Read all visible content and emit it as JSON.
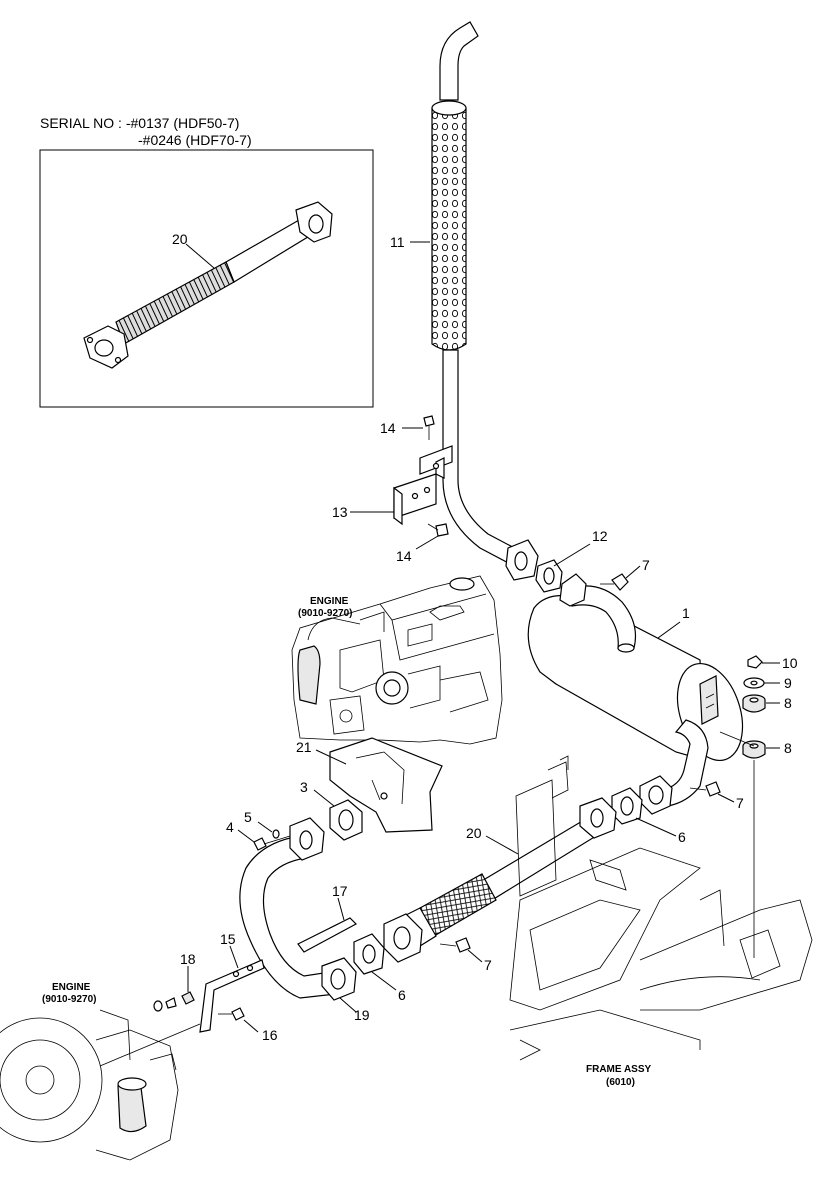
{
  "serial": {
    "line1": "SERIAL NO : -#0137 (HDF50-7)",
    "line2": "-#0246 (HDF70-7)"
  },
  "callouts": {
    "n1": "1",
    "n3": "3",
    "n4": "4",
    "n5": "5",
    "n6a": "6",
    "n6b": "6",
    "n7a": "7",
    "n7b": "7",
    "n7c": "7",
    "n8a": "8",
    "n8b": "8",
    "n9": "9",
    "n10": "10",
    "n11": "11",
    "n12": "12",
    "n13": "13",
    "n14a": "14",
    "n14b": "14",
    "n15": "15",
    "n16": "16",
    "n17": "17",
    "n18": "18",
    "n19": "19",
    "n20a": "20",
    "n20b": "20",
    "n21": "21"
  },
  "refs": {
    "engine_top_title": "ENGINE",
    "engine_top_code": "(9010-9270)",
    "engine_left_title": "ENGINE",
    "engine_left_code": "(9010-9270)",
    "frame_title": "FRAME ASSY",
    "frame_code": "(6010)"
  }
}
